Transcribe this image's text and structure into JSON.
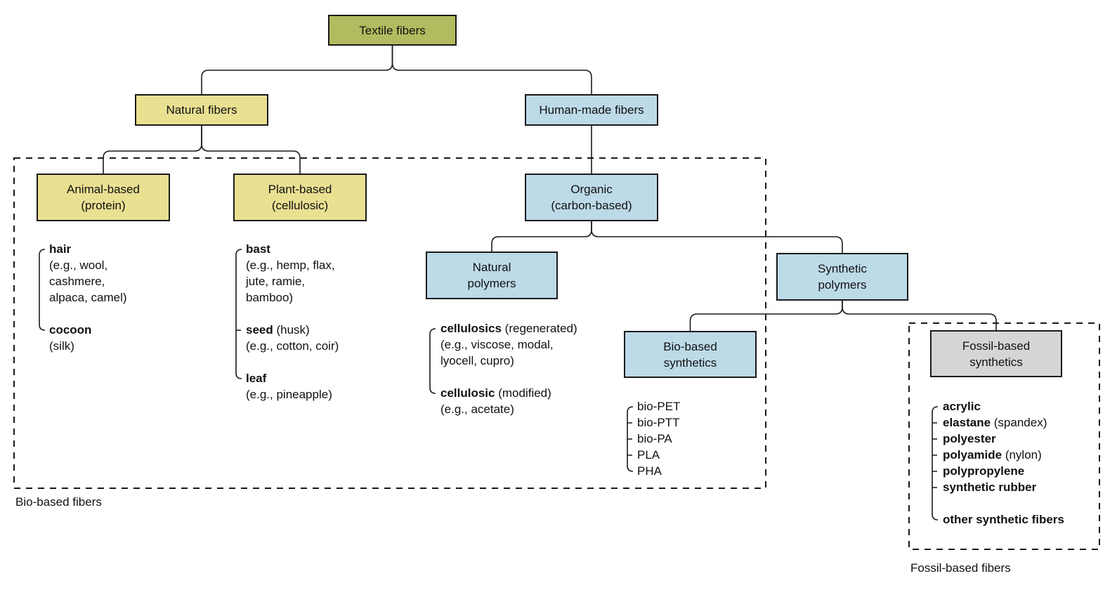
{
  "colors": {
    "root_fill": "#b2bb5f",
    "natural_fill": "#e9e092",
    "human_made_fill": "#bddae9",
    "fossil_fill": "#d5d5d5",
    "outline": "#1a1a1a",
    "text": "#111111",
    "background": "#ffffff"
  },
  "nodes": [
    {
      "id": "textile-fibers",
      "label": "Textile fibers",
      "fill": "root_fill"
    },
    {
      "id": "natural-fibers",
      "label": "Natural fibers",
      "fill": "natural_fill"
    },
    {
      "id": "human-made-fibers",
      "label": "Human-made fibers",
      "fill": "human_made_fill"
    },
    {
      "id": "animal-based",
      "label": "Animal-based\n(protein)",
      "fill": "natural_fill"
    },
    {
      "id": "plant-based",
      "label": "Plant-based\n(cellulosic)",
      "fill": "natural_fill"
    },
    {
      "id": "organic",
      "label": "Organic\n(carbon-based)",
      "fill": "human_made_fill"
    },
    {
      "id": "natural-polymers",
      "label": "Natural\npolymers",
      "fill": "human_made_fill"
    },
    {
      "id": "synthetic-polymers",
      "label": "Synthetic\npolymers",
      "fill": "human_made_fill"
    },
    {
      "id": "bio-based-synthetics",
      "label": "Bio-based\nsynthetics",
      "fill": "human_made_fill"
    },
    {
      "id": "fossil-based-synthetics",
      "label": "Fossil-based\nsynthetics",
      "fill": "fossil_fill"
    }
  ],
  "edges": [
    {
      "from": "textile-fibers",
      "to": [
        "natural-fibers",
        "human-made-fibers"
      ],
      "type": "fork"
    },
    {
      "from": "natural-fibers",
      "to": [
        "animal-based",
        "plant-based"
      ],
      "type": "fork"
    },
    {
      "from": "human-made-fibers",
      "to": [
        "organic"
      ],
      "type": "straight"
    },
    {
      "from": "organic",
      "to": [
        "natural-polymers",
        "synthetic-polymers"
      ],
      "type": "fork"
    },
    {
      "from": "synthetic-polymers",
      "to": [
        "bio-based-synthetics",
        "fossil-based-synthetics"
      ],
      "type": "fork"
    }
  ],
  "lists": {
    "animal-based": {
      "entries": [
        {
          "lines": [
            [
              {
                "t": "hair",
                "b": true
              }
            ],
            [
              {
                "t": "(e.g., wool,"
              }
            ],
            [
              {
                "t": "cashmere,"
              }
            ],
            [
              {
                "t": "alpaca, camel)"
              }
            ]
          ]
        },
        {
          "gap": 1,
          "lines": [
            [
              {
                "t": "cocoon",
                "b": true
              }
            ],
            [
              {
                "t": "(silk)"
              }
            ]
          ]
        }
      ]
    },
    "plant-based": {
      "entries": [
        {
          "lines": [
            [
              {
                "t": "bast",
                "b": true
              }
            ],
            [
              {
                "t": "(e.g., hemp, flax,"
              }
            ],
            [
              {
                "t": "jute, ramie,"
              }
            ],
            [
              {
                "t": "bamboo)"
              }
            ]
          ]
        },
        {
          "gap": 1,
          "lines": [
            [
              {
                "t": "seed",
                "b": true
              },
              {
                "t": " (husk)"
              }
            ],
            [
              {
                "t": "(e.g., cotton, coir)"
              }
            ]
          ]
        },
        {
          "gap": 1,
          "lines": [
            [
              {
                "t": "leaf",
                "b": true
              }
            ],
            [
              {
                "t": "(e.g., pineapple)"
              }
            ]
          ]
        }
      ]
    },
    "natural-polymers": {
      "entries": [
        {
          "lines": [
            [
              {
                "t": "cellulosics",
                "b": true
              },
              {
                "t": " (regenerated)"
              }
            ],
            [
              {
                "t": "(e.g., viscose, modal,"
              }
            ],
            [
              {
                "t": "lyocell, cupro)"
              }
            ]
          ]
        },
        {
          "gap": 1,
          "lines": [
            [
              {
                "t": "cellulosic",
                "b": true
              },
              {
                "t": " (modified)"
              }
            ],
            [
              {
                "t": "(e.g., acetate)"
              }
            ]
          ]
        }
      ]
    },
    "bio-based-synthetics": {
      "entries": [
        {
          "lines": [
            [
              {
                "t": "bio-PET"
              }
            ]
          ]
        },
        {
          "lines": [
            [
              {
                "t": "bio-PTT"
              }
            ]
          ]
        },
        {
          "lines": [
            [
              {
                "t": "bio-PA"
              }
            ]
          ]
        },
        {
          "lines": [
            [
              {
                "t": "PLA"
              }
            ]
          ]
        },
        {
          "lines": [
            [
              {
                "t": "PHA"
              }
            ]
          ]
        }
      ]
    },
    "fossil-based-synthetics": {
      "entries": [
        {
          "lines": [
            [
              {
                "t": "acrylic",
                "b": true
              }
            ]
          ]
        },
        {
          "lines": [
            [
              {
                "t": "elastane",
                "b": true
              },
              {
                "t": " (spandex)"
              }
            ]
          ]
        },
        {
          "lines": [
            [
              {
                "t": "polyester",
                "b": true
              }
            ]
          ]
        },
        {
          "lines": [
            [
              {
                "t": "polyamide",
                "b": true
              },
              {
                "t": " (nylon)"
              }
            ]
          ]
        },
        {
          "lines": [
            [
              {
                "t": "polypropylene",
                "b": true
              }
            ]
          ]
        },
        {
          "lines": [
            [
              {
                "t": "synthetic rubber",
                "b": true
              }
            ]
          ]
        },
        {
          "gap": 1,
          "lines": [
            [
              {
                "t": "other synthetic fibers",
                "b": true
              }
            ]
          ]
        }
      ]
    }
  },
  "regions": {
    "bio": {
      "label": "Bio-based fibers"
    },
    "fossil": {
      "label": "Fossil-based fibers"
    }
  }
}
